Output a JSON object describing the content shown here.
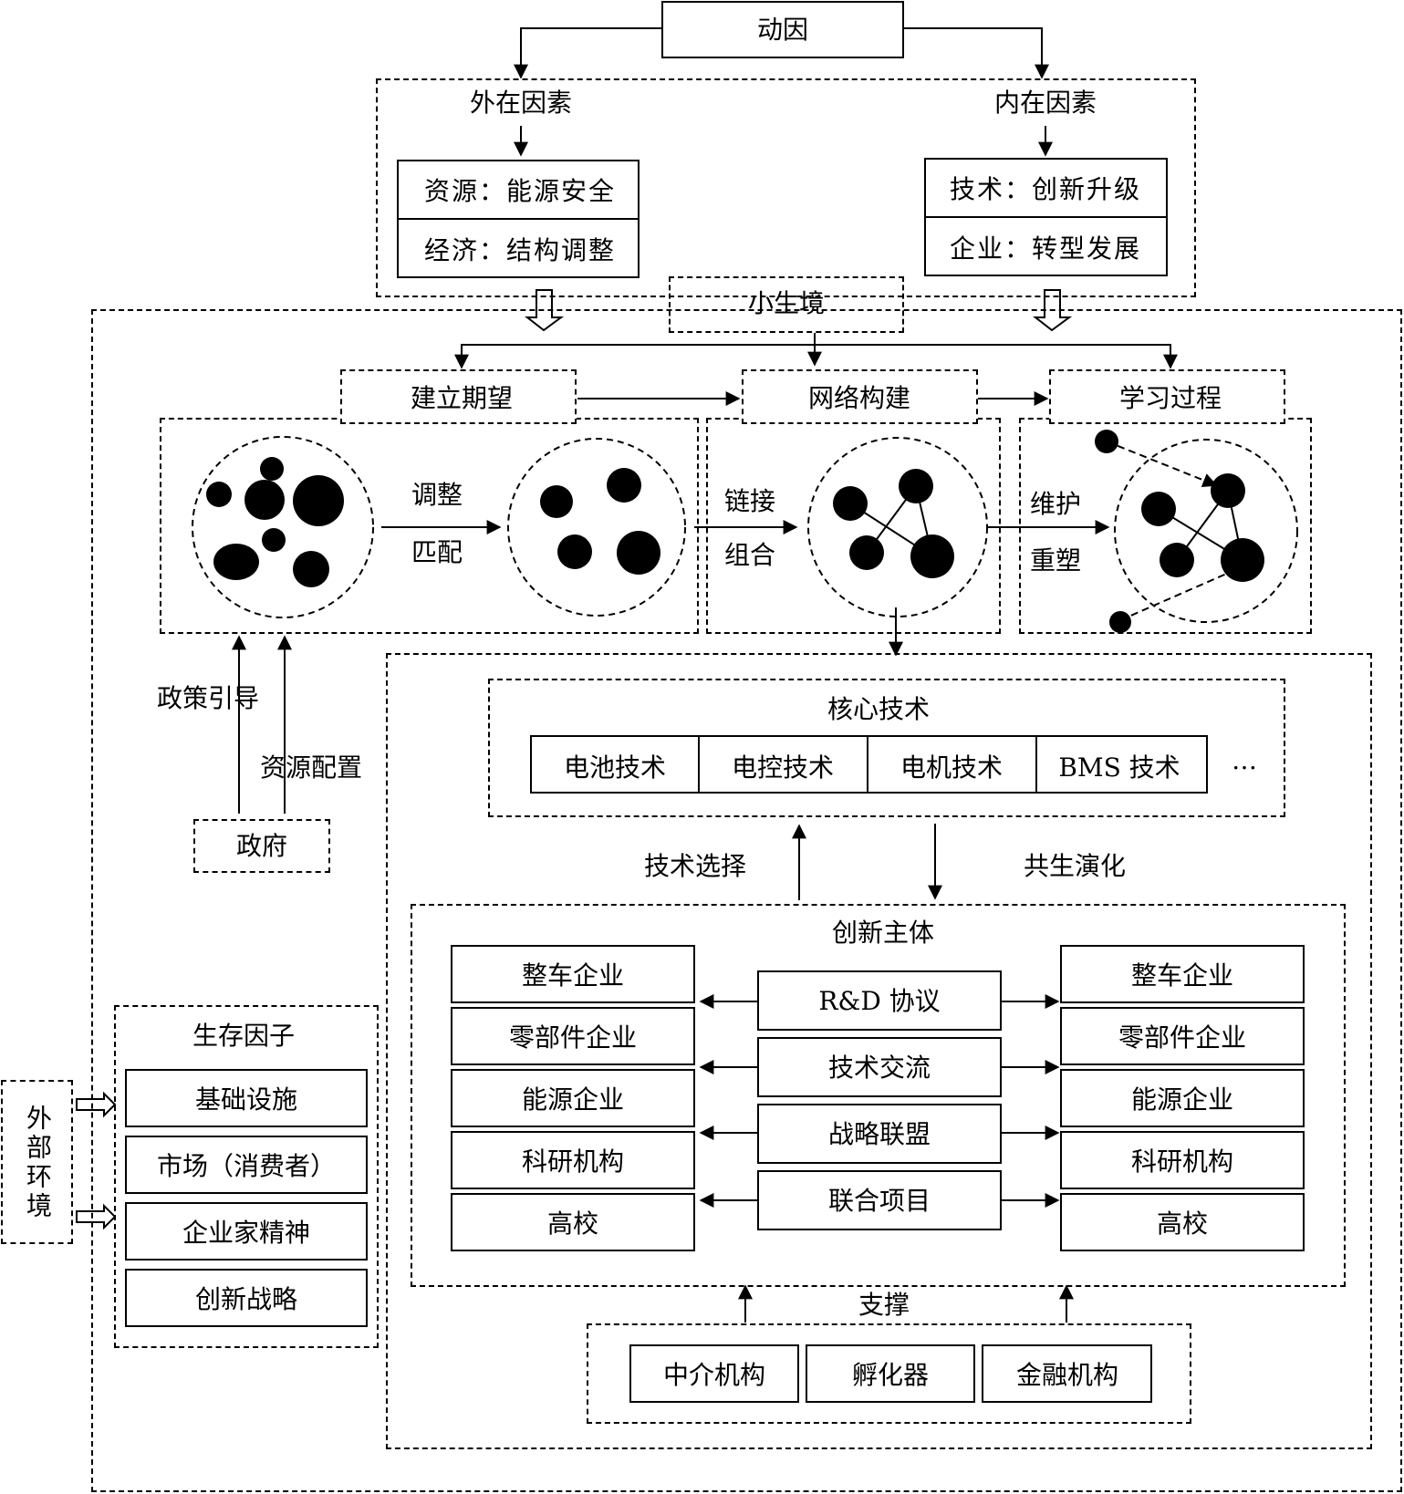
{
  "top": {
    "root": "动因",
    "external": "外在因素",
    "internal": "内在因素"
  },
  "external_items": [
    "资源：能源安全",
    "经济：结构调整"
  ],
  "internal_items": [
    "技术：创新升级",
    "企业：转型发展"
  ],
  "niche": "小生境",
  "stages": {
    "expect": "建立期望",
    "network": "网络构建",
    "learn": "学习过程"
  },
  "stage_arrows": {
    "adjust": "调整",
    "match": "匹配",
    "link": "链接",
    "combine": "组合",
    "maintain": "维护",
    "reshape": "重塑"
  },
  "government": {
    "label": "政府",
    "policy": "政策引导",
    "resource": "资源配置"
  },
  "core_tech": {
    "title": "核心技术",
    "items": [
      "电池技术",
      "电控技术",
      "电机技术",
      "BMS 技术"
    ],
    "more": "…"
  },
  "core_arrows": {
    "select": "技术选择",
    "coevolve": "共生演化"
  },
  "innovation": {
    "title": "创新主体",
    "left": [
      "整车企业",
      "零部件企业",
      "能源企业",
      "科研机构",
      "高校"
    ],
    "middle": [
      "R&D 协议",
      "技术交流",
      "战略联盟",
      "联合项目"
    ],
    "right": [
      "整车企业",
      "零部件企业",
      "能源企业",
      "科研机构",
      "高校"
    ]
  },
  "support": {
    "title": "支撑",
    "items": [
      "中介机构",
      "孵化器",
      "金融机构"
    ]
  },
  "survival": {
    "title": "生存因子",
    "items": [
      "基础设施",
      "市场（消费者）",
      "企业家精神",
      "创新战略"
    ]
  },
  "external_env": "外部环境"
}
